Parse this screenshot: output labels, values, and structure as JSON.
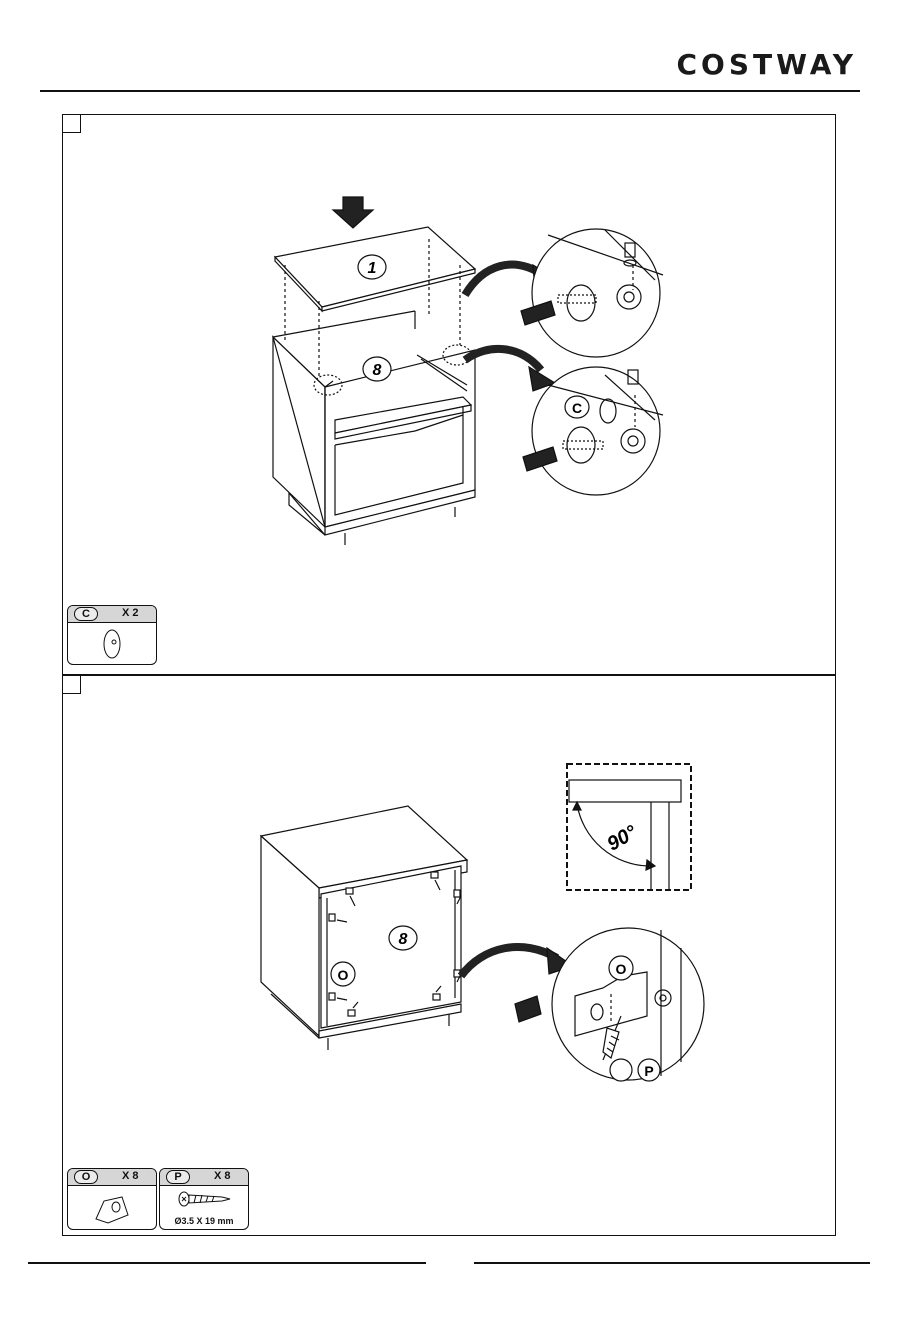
{
  "header": {
    "brand": "COSTWAY"
  },
  "step1": {
    "step_number": "",
    "panel_labels": {
      "top_panel": "1",
      "cabinet": "8",
      "detail_part": "C"
    },
    "parts": [
      {
        "letter": "C",
        "qty": "X 2"
      }
    ]
  },
  "step2": {
    "step_number": "",
    "angle_label": "90°",
    "panel_labels": {
      "cabinet": "8",
      "bracket": "O",
      "detail_bracket": "O",
      "detail_screw": "P"
    },
    "parts": [
      {
        "letter": "O",
        "qty": "X 8"
      },
      {
        "letter": "P",
        "qty": "X 8",
        "spec": "Ø3.5 X 19 mm"
      }
    ]
  }
}
